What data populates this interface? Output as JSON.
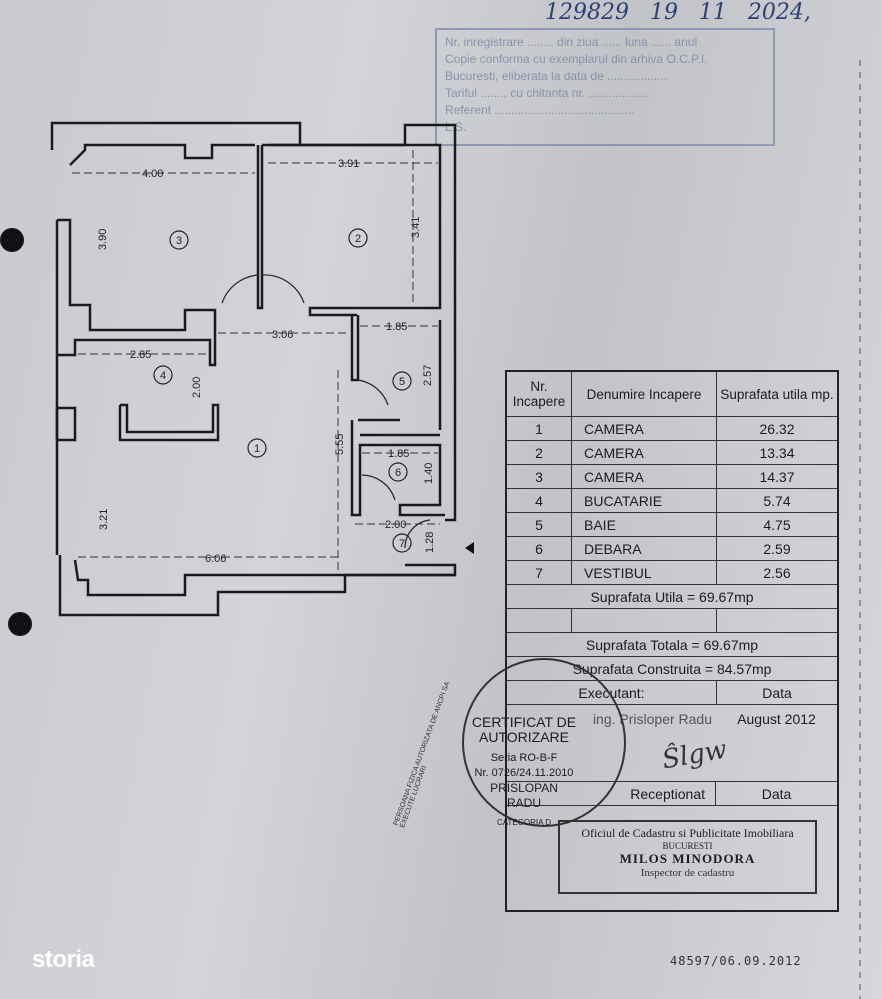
{
  "registration_stamp": {
    "lines": [
      "Nr. inregistrare ........ din ziua ...... luna ...... anul",
      "Copie conforma cu exemplarul din arhiva O.C.P.I.",
      "Bucuresti, eliberata la data de ..................",
      "Tariful ........ cu chitanta nr. ..................",
      "Referent ..........................................",
      "L.S."
    ],
    "handwritten": "129829   19   11   2024,"
  },
  "floor_plan": {
    "dimensions": [
      "4.00",
      "3.91",
      "3.90",
      "3.41",
      "3.06",
      "1.85",
      "2.85",
      "2.00",
      "2.57",
      "5.55",
      "1.85",
      "1.40",
      "3.21",
      "2.00",
      "1.28",
      "6.06"
    ],
    "room_numbers": [
      "1",
      "2",
      "3",
      "4",
      "5",
      "6",
      "7"
    ]
  },
  "table": {
    "headers": [
      "Nr. Incapere",
      "Denumire Incapere",
      "Suprafata utila mp."
    ],
    "rows": [
      {
        "nr": "1",
        "name": "CAMERA",
        "area": "26.32"
      },
      {
        "nr": "2",
        "name": "CAMERA",
        "area": "13.34"
      },
      {
        "nr": "3",
        "name": "CAMERA",
        "area": "14.37"
      },
      {
        "nr": "4",
        "name": "BUCATARIE",
        "area": "5.74"
      },
      {
        "nr": "5",
        "name": "BAIE",
        "area": "4.75"
      },
      {
        "nr": "6",
        "name": "DEBARA",
        "area": "2.59"
      },
      {
        "nr": "7",
        "name": "VESTIBUL",
        "area": "2.56"
      }
    ],
    "suprafata_utila": "Suprafata Utila = 69.67mp",
    "suprafata_totala": "Suprafata Totala = 69.67mp",
    "suprafata_construita": "Suprafata Construita = 84.57mp",
    "executant_label": "Executant:",
    "data_label": "Data",
    "executant_name": "ing. Prisloper Radu",
    "executant_date": "August 2012",
    "receptionat_label": "Receptionat",
    "receptionat_data_label": "Data"
  },
  "seal": {
    "title": "CERTIFICAT DE AUTORIZARE",
    "seria": "Seria RO-B-F",
    "nr": "Nr. 0726/24.11.2010",
    "name1": "PRISLOPAN",
    "name2": "RADU",
    "category": "CATEGORIA D",
    "ring": "PERSOANA FIZICA AUTORIZATA DE ANCPI SA EXECUTE LUCRARI"
  },
  "ocpi_stamp": {
    "line1": "Oficiul de Cadastru si Publicitate Imobiliara",
    "line2": "BUCURESTI",
    "name": "MILOS MINODORA",
    "role": "Inspector de cadastru"
  },
  "footer_number": "48597/06.09.2012",
  "watermark": "storia"
}
